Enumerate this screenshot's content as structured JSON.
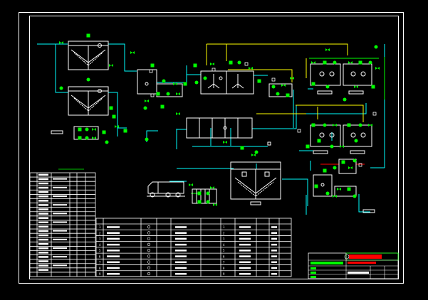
{
  "drawing": {
    "title_block": {
      "cells": [
        {
          "text": "",
          "color": "#00ff00"
        },
        {
          "text": "",
          "color": "#ff0000"
        },
        {
          "text": "",
          "color": "#ffffff"
        }
      ]
    },
    "equipment_table": {
      "title": "",
      "rows": 24
    },
    "legend_table": {
      "rows": 9
    }
  },
  "colors": {
    "background": "#000000",
    "frame": "#ffffff",
    "pipe_cyan": "#00ffff",
    "pipe_yellow": "#ffff00",
    "valve_green": "#00ff00",
    "accent_red": "#ff0000",
    "equipment_white": "#ffffff"
  },
  "legend_labels": {
    "col1": [
      "1",
      "2",
      "3",
      "4",
      "5",
      "6",
      "7",
      "8",
      "9"
    ],
    "col5": [
      "1",
      "2",
      "3",
      "4",
      "5",
      "6",
      "7",
      "8",
      "9"
    ]
  }
}
